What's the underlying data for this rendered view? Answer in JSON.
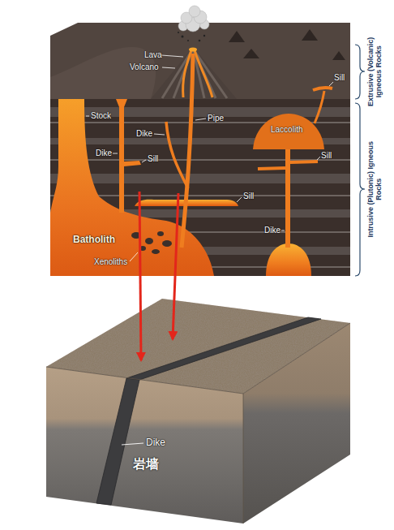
{
  "diagram": {
    "labels": [
      "Lava",
      "Volcano",
      "Extrusive (Volcanic) Igneous Rocks",
      "Sill",
      "Stock",
      "Pipe",
      "Dike",
      "Laccolith",
      "Dike",
      "Sill",
      "Sill",
      "Intrusive (Plutonic) Igneous Rocks",
      "Sill",
      "Dike",
      "Batholith",
      "Xenoliths",
      "Dike",
      "岩墙"
    ]
  }
}
